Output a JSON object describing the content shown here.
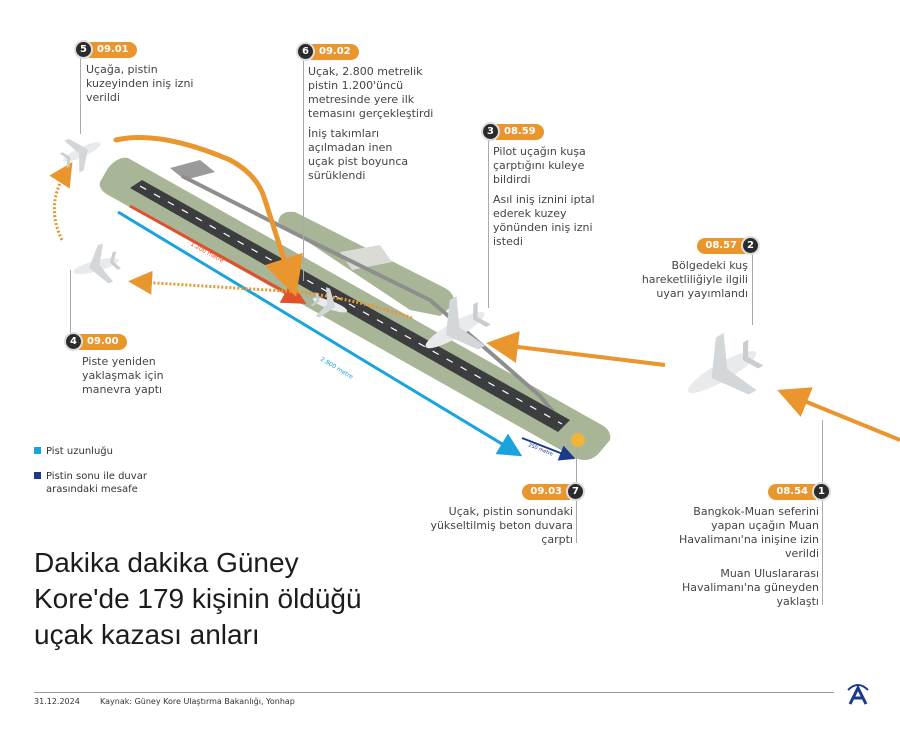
{
  "title": "Dakika dakika Güney Kore'de 179 kişinin öldüğü uçak kazası anları",
  "title_lines": [
    "Dakika dakika Güney",
    "Kore'de 179 kişinin öldüğü",
    "uçak kazası anları"
  ],
  "events": [
    {
      "num": "1",
      "time": "08.54",
      "texts": [
        "Bangkok-Muan seferini yapan uçağın Muan Havalimanı'na inişine izin verildi",
        "Muan Uluslararası Havalimanı'na güneyden yaklaştı"
      ]
    },
    {
      "num": "2",
      "time": "08.57",
      "texts": [
        "Bölgedeki kuş hareketliliğiyle ilgili uyarı yayımlandı"
      ]
    },
    {
      "num": "3",
      "time": "08.59",
      "texts": [
        "Pilot uçağın kuşa çarptığını kuleye bildirdi",
        "Asıl iniş iznini iptal ederek kuzey yönünden iniş izni istedi"
      ]
    },
    {
      "num": "4",
      "time": "09.00",
      "texts": [
        "Piste yeniden yaklaşmak için manevra yaptı"
      ]
    },
    {
      "num": "5",
      "time": "09.01",
      "texts": [
        "Uçağa, pistin kuzeyinden iniş izni verildi"
      ]
    },
    {
      "num": "6",
      "time": "09.02",
      "texts": [
        "Uçak, 2.800 metrelik pistin 1.200'üncü metresinde yere ilk temasını gerçekleştirdi",
        "İniş takımları açılmadan inen uçak pist boyunca sürüklendi"
      ]
    },
    {
      "num": "7",
      "time": "09.03",
      "texts": [
        "Uçak, pistin sonundaki yükseltilmiş beton duvara çarptı"
      ]
    }
  ],
  "runway_labels": {
    "touchdown": "1.200 metre",
    "length": "2.800 metre",
    "overrun": "250 metre"
  },
  "legend": [
    {
      "label": "Pist uzunluğu",
      "color": "#1ba3e0"
    },
    {
      "label": "Pistin sonu ile duvar arasındaki mesafe",
      "color": "#1a3a8c"
    }
  ],
  "footer": {
    "date": "31.12.2024",
    "source": "Kaynak: Güney Kore Ulaştırma Bakanlığı, Yonhap",
    "logo": "AA"
  },
  "colors": {
    "accent": "#e9962f",
    "ground": "#a9b597",
    "runway": "#3b3d3f",
    "red": "#e0502a"
  }
}
